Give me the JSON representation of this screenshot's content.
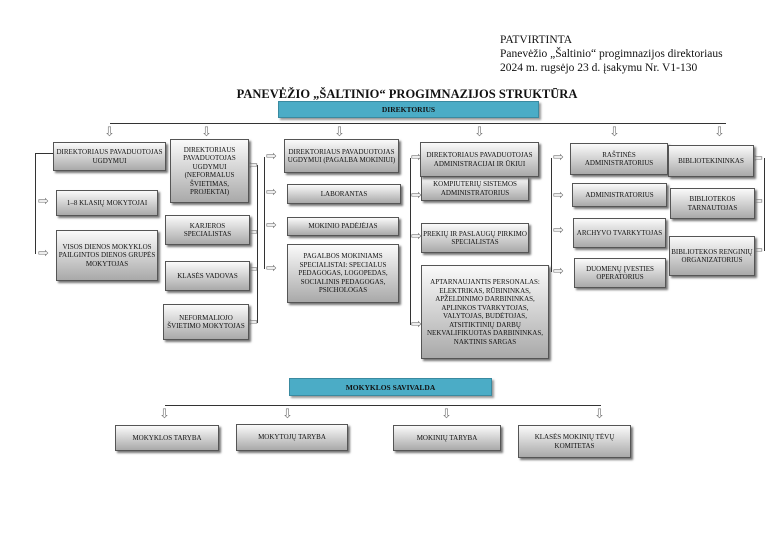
{
  "header": {
    "line1": "PATVIRTINTA",
    "line2": "Panevėžio „Šaltinio“ progimnazijos direktoriaus",
    "line3": "2024 m. rugsėjo 23 d. įsakymu Nr. V1-130"
  },
  "title": "PANEVĖŽIO „ŠALTINIO“ PROGIMNAZIJOS STRUKTŪRA",
  "director": "DIREKTORIUS",
  "col1": [
    "DIREKTORIAUS PAVADUOTOJAS UGDYMUI",
    "1–8 KLASIŲ MOKYTOJAI",
    "VISOS DIENOS MOKYKLOS PAILGINTOS DIENOS GRUPĖS MOKYTOJAS"
  ],
  "col2": [
    "DIREKTORIAUS PAVADUOTOJAS UGDYMUI (NEFORMALUS ŠVIETIMAS, PROJEKTAI)",
    "KARJEROS SPECIALISTAS",
    "KLASĖS VADOVAS",
    "NEFORMALIOJO ŠVIETIMO MOKYTOJAS"
  ],
  "col3": [
    "DIREKTORIAUS PAVADUOTOJAS UGDYMUI (PAGALBA MOKINIUI)",
    "LABORANTAS",
    "MOKINIO PADĖJĖJAS",
    "PAGALBOS MOKINIAMS SPECIALISTAI: SPECIALUS PEDAGOGAS, LOGOPEDAS, SOCIALINIS PEDAGOGAS, PSICHOLOGAS"
  ],
  "col4": [
    "DIREKTORIAUS PAVADUOTOJAS ADMINISTRACIJAI IR ŪKIUI",
    "KOMPIUTERIŲ SISTEMOS ADMINISTRATORIUS",
    "PREKIŲ IR PASLAUGŲ PIRKIMO SPECIALISTAS",
    "APTARNAUJANTIS PERSONALAS: ELEKTRIKAS, RŪBININKAS, APŽELDINIMO DARBININKAS, APLINKOS TVARKYTOJAS, VALYTOJAS, BUDĖTOJAS, ATSITIKTINIŲ DARBŲ NEKVALIFIKUOTAS DARBININKAS, NAKTINIS SARGAS"
  ],
  "col5": [
    "RAŠTINĖS ADMINISTRATORIUS",
    "ADMINISTRATORIUS",
    "ARCHYVO TVARKYTOJAS",
    "DUOMENŲ ĮVESTIES OPERATORIUS"
  ],
  "col6": [
    "BIBLIOTEKININKAS",
    "BIBLIOTEKOS TARNAUTOJAS",
    "BIBLIOTEKOS RENGINIŲ ORGANIZATORIUS"
  ],
  "selfgov": "MOKYKLOS SAVIVALDA",
  "councils": [
    "MOKYKLOS TARYBA",
    "MOKYTOJŲ TARYBA",
    "MOKINIŲ TARYBA",
    "KLASĖS MOKINIŲ TĖVŲ KOMITETAS"
  ]
}
